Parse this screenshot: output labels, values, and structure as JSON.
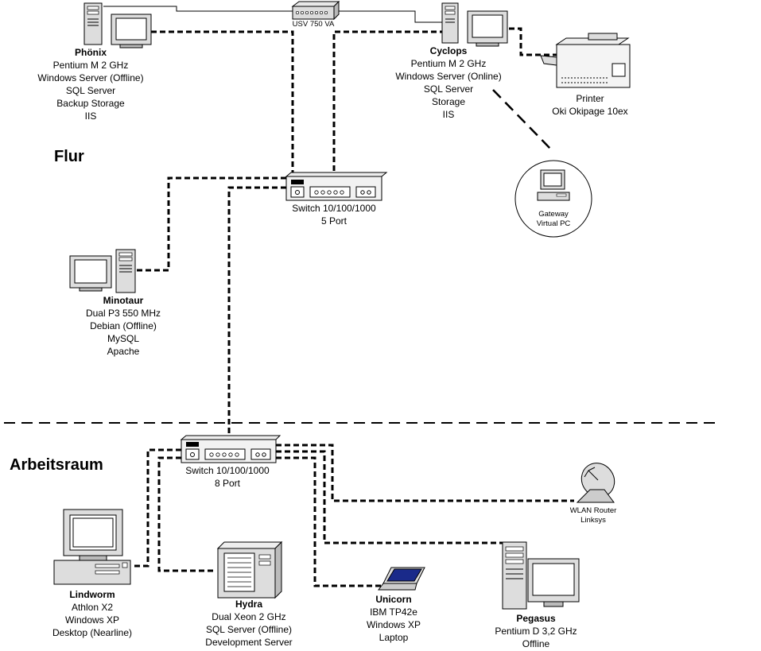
{
  "rooms": {
    "top": "Flur",
    "bottom": "Arbeitsraum"
  },
  "devices": {
    "phoenix": {
      "name": "Phönix",
      "lines": [
        "Pentium M 2 GHz",
        "Windows Server (Offline)",
        "SQL Server",
        "Backup Storage",
        "IIS"
      ]
    },
    "cyclops": {
      "name": "Cyclops",
      "lines": [
        "Pentium M 2 GHz",
        "Windows Server (Online)",
        "SQL Server",
        "Storage",
        "IIS"
      ]
    },
    "printer": {
      "lines": [
        "Printer",
        "Oki Okipage 10ex"
      ]
    },
    "gateway": {
      "lines": [
        "Gateway",
        "Virtual PC"
      ]
    },
    "ups": {
      "label": "USV 750 VA"
    },
    "switch5": {
      "lines": [
        "Switch 10/100/1000",
        "5 Port"
      ]
    },
    "minotaur": {
      "name": "Minotaur",
      "lines": [
        "Dual P3 550 MHz",
        "Debian (Offline)",
        "MySQL",
        "Apache"
      ]
    },
    "switch8": {
      "lines": [
        "Switch 10/100/1000",
        "8 Port"
      ]
    },
    "wlan": {
      "lines": [
        "WLAN Router",
        "Linksys"
      ]
    },
    "lindworm": {
      "name": "Lindworm",
      "lines": [
        "Athlon X2",
        "Windows XP",
        "Desktop (Nearline)"
      ]
    },
    "hydra": {
      "name": "Hydra",
      "lines": [
        "Dual Xeon 2  GHz",
        "SQL Server  (Offline)",
        "Development Server"
      ]
    },
    "unicorn": {
      "name": "Unicorn",
      "lines": [
        "IBM TP42e",
        "Windows XP",
        "Laptop"
      ]
    },
    "pegasus": {
      "name": "Pegasus",
      "lines": [
        "Pentium D 3,2 GHz",
        "Offline"
      ]
    }
  }
}
